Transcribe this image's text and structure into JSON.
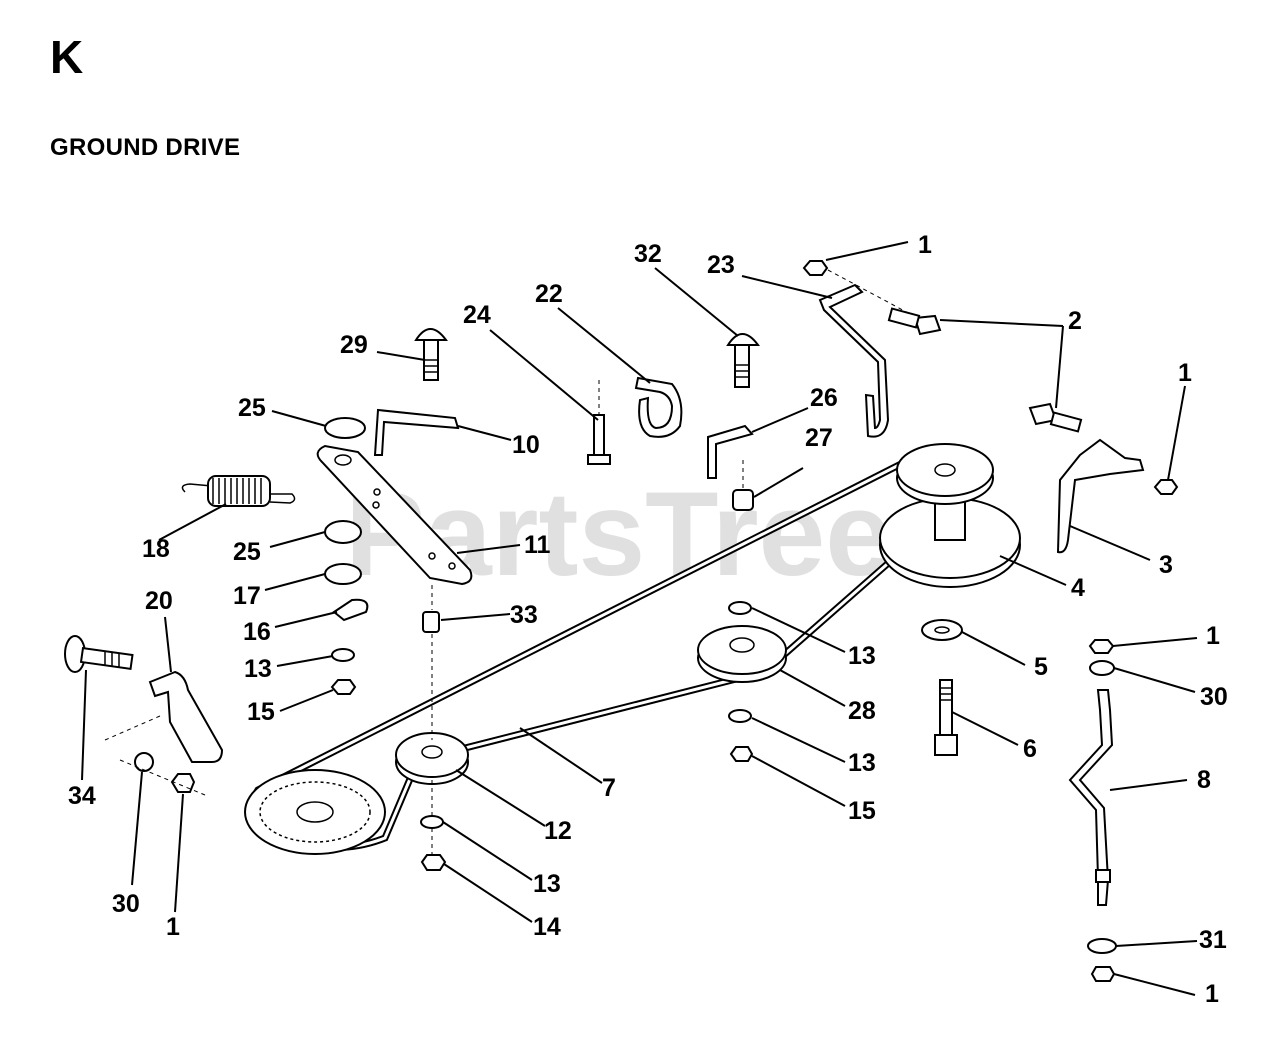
{
  "header": {
    "section_letter": "K",
    "title": "GROUND DRIVE"
  },
  "watermark": "PartsTree",
  "callouts": {
    "c1_top": "1",
    "c23": "23",
    "c32": "32",
    "c2": "2",
    "c22": "22",
    "c24": "24",
    "c29": "29",
    "c1_right": "1",
    "c26": "26",
    "c25_top": "25",
    "c10": "10",
    "c27": "27",
    "c18": "18",
    "c11": "11",
    "c3": "3",
    "c25_mid": "25",
    "c4": "4",
    "c17": "17",
    "c20": "20",
    "c33": "33",
    "c16": "16",
    "c13_a": "13",
    "c1_r2": "1",
    "c13_b": "13",
    "c5": "5",
    "c30_r": "30",
    "c15_a": "15",
    "c28": "28",
    "c34": "34",
    "c6": "6",
    "c13_c": "13",
    "c7": "7",
    "c8": "8",
    "c15_b": "15",
    "c12": "12",
    "c13_d": "13",
    "c30_l": "30",
    "c1_l": "1",
    "c14": "14",
    "c31": "31",
    "c1_bottom": "1"
  }
}
